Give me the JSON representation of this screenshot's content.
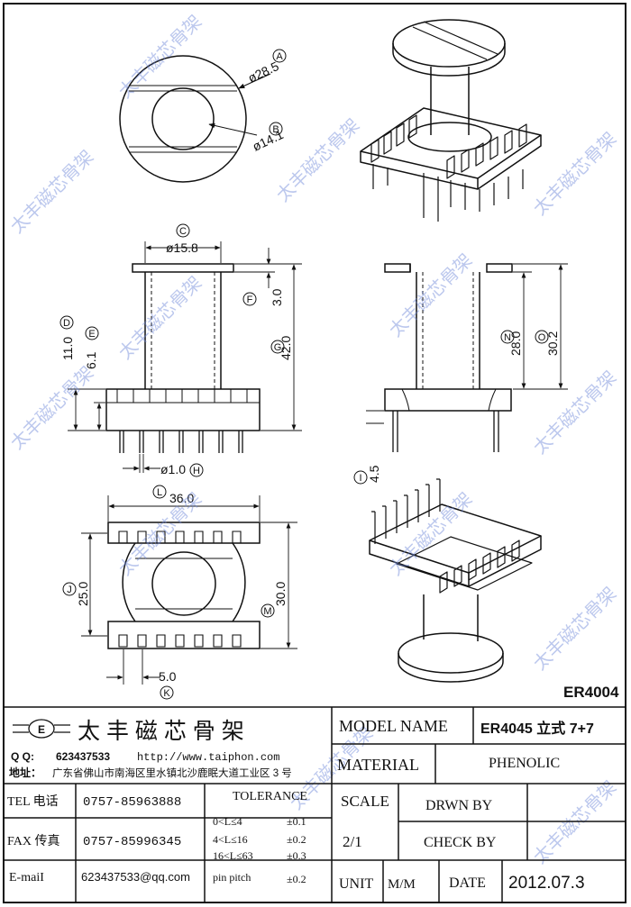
{
  "part_code": "ER4004",
  "dimensions": {
    "A": {
      "letter": "A",
      "value": "ø28.5"
    },
    "B": {
      "letter": "B",
      "value": "ø14.1"
    },
    "C": {
      "letter": "C",
      "value": "ø15.8"
    },
    "D": {
      "letter": "D",
      "value": "11.0"
    },
    "E": {
      "letter": "E",
      "value": "6.1"
    },
    "F": {
      "letter": "F",
      "value": "3.0"
    },
    "G": {
      "letter": "G",
      "value": "42.0"
    },
    "H": {
      "letter": "H",
      "value": "ø1.0"
    },
    "I": {
      "letter": "I",
      "value": "4.5"
    },
    "J": {
      "letter": "J",
      "value": "25.0"
    },
    "K": {
      "letter": "K",
      "value": "5.0"
    },
    "L": {
      "letter": "L",
      "value": "36.0"
    },
    "M": {
      "letter": "M",
      "value": "30.0"
    },
    "N": {
      "letter": "N",
      "value": "28.0"
    },
    "O": {
      "letter": "O",
      "value": "30.2"
    }
  },
  "watermark": "太丰磁芯骨架",
  "company": {
    "name": "太 丰 磁 芯 骨 架",
    "qq_label": "Q Q:",
    "qq": "623437533",
    "website": "http://www.taiphon.com",
    "address_label": "地址：",
    "address": "广东省佛山市南海区里水镇北沙鹿眠大道工业区 3 号",
    "tel_label": "TEL 电话",
    "tel": "0757-85963888",
    "fax_label": "FAX 传真",
    "fax": "0757-85996345",
    "email_label": "E-maiI",
    "email": "623437533@qq.com"
  },
  "tolerance": {
    "title": "TOLERANCE",
    "rows": [
      {
        "range": "0<L≤4",
        "value": "±0.1"
      },
      {
        "range": "4<L≤16",
        "value": "±0.2"
      },
      {
        "range": "16<L≤63",
        "value": "±0.3"
      },
      {
        "range": "pin pitch",
        "value": "±0.2"
      }
    ]
  },
  "spec": {
    "model_label": "MODEL NAME",
    "model": "ER4045 立式 7+7",
    "material_label": "MATERIAL",
    "material": "PHENOLIC",
    "scale_label": "SCALE",
    "scale": "2/1",
    "drawn_label": "DRWN BY",
    "check_label": "CHECK BY",
    "unit_label": "UNIT",
    "unit": "M/M",
    "date_label": "DATE",
    "date": "2012.07.3"
  }
}
